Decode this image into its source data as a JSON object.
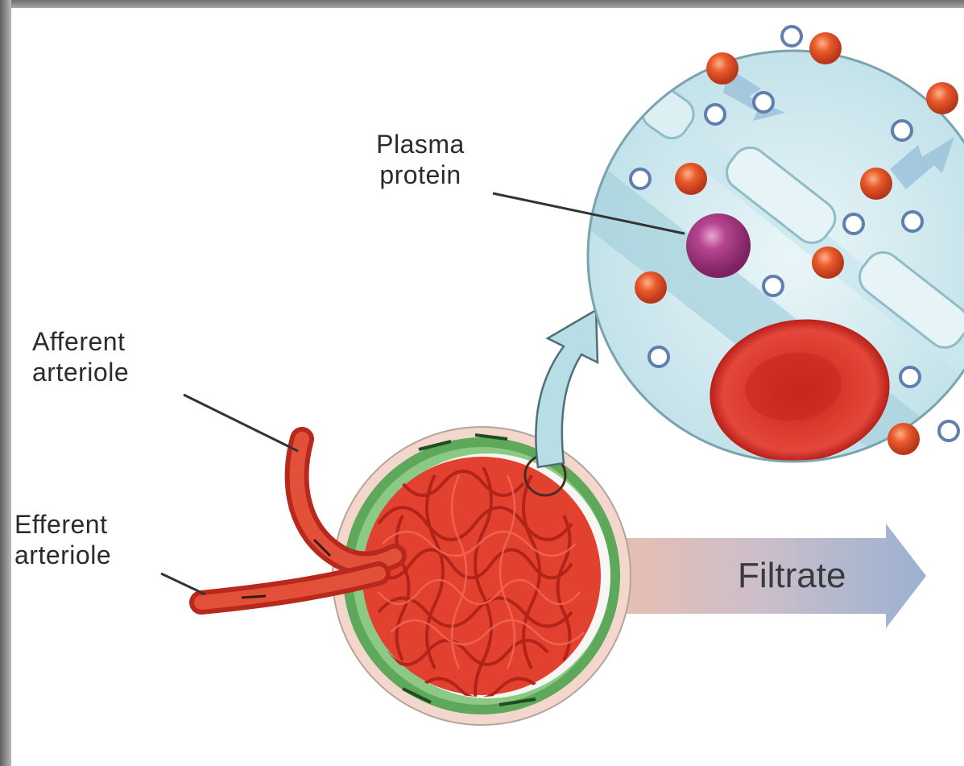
{
  "diagram": {
    "labels": {
      "plasma_protein": [
        "Plasma",
        "protein"
      ],
      "afferent_arteriole": [
        "Afferent",
        "arteriole"
      ],
      "efferent_arteriole": [
        "Efferent",
        "arteriole"
      ],
      "filtrate": "Filtrate"
    },
    "colors": {
      "capillary_red": "#d9362a",
      "capsule_green": "#4e9a4c",
      "inset_fluid": "#d3eaf0",
      "red_blood_cell": "#d42a24",
      "plasma_protein": "#a8357e",
      "small_molecule": "#e0531f",
      "filtrate_arrow": "#8fa9cd"
    }
  }
}
